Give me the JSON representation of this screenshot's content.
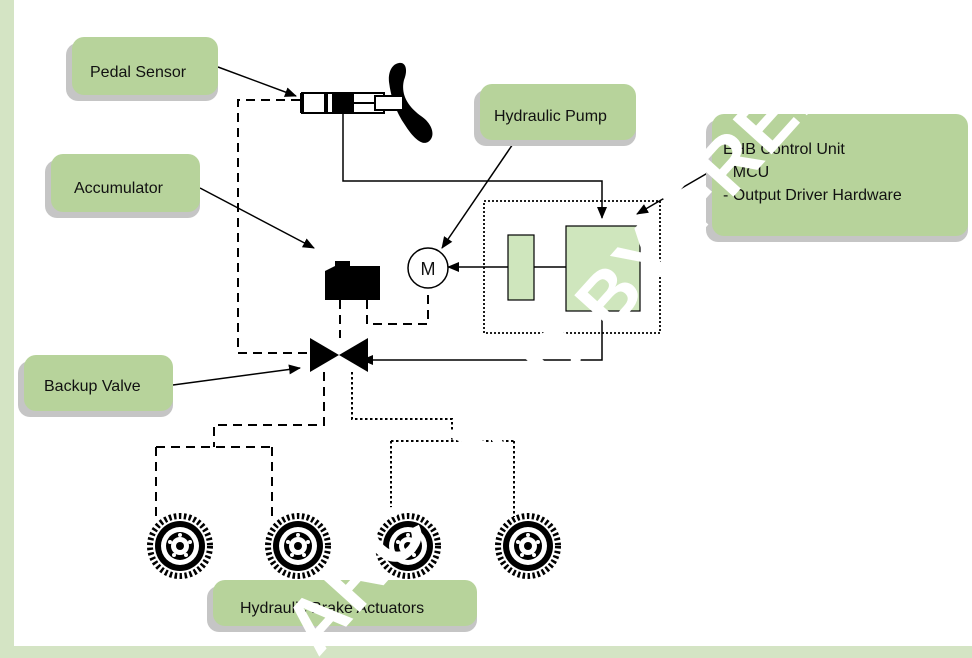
{
  "colors": {
    "frame_green": "#d4e4c4",
    "box_fill": "#b7d39b",
    "box_shadow": "#c5c5c5",
    "ecu_fill": "#cfe6bd",
    "line": "#000000",
    "watermark": "#ffffff"
  },
  "labels": {
    "pedal_sensor": "Pedal Sensor",
    "hydraulic_pump": "Hydraulic Pump",
    "accumulator": "Accumulator",
    "ehb_line1": "EHB Control Unit",
    "ehb_line2": "- MCU",
    "ehb_line3": "- Output Driver Hardware",
    "backup_valve": "Backup Valve",
    "brake_actuators": "Hydraulic Brake Actuators"
  },
  "motor_symbol": "M",
  "watermark": "ARCHIVED BY FREESCALE SEMICONDUCTOR",
  "icons": [
    "brake-pedal-icon",
    "pedal-sensor-cylinder-icon",
    "accumulator-icon",
    "motor-icon",
    "backup-valve-icon",
    "wheel-icon"
  ]
}
